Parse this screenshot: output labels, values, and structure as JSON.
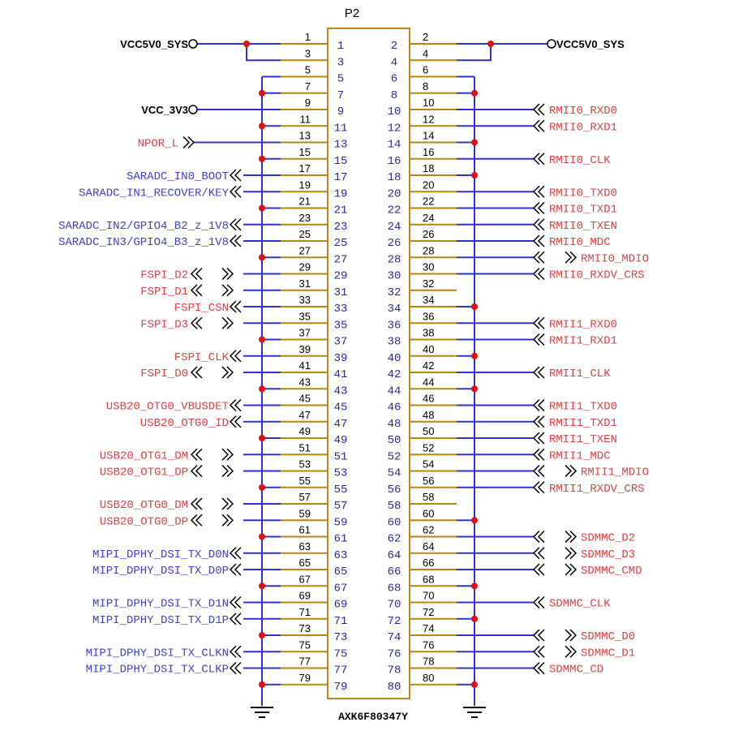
{
  "ref": "P2",
  "part": "AXK6F80347Y",
  "power": {
    "vcc5v_left": "VCC5V0_SYS",
    "vcc5v_right": "VCC5V0_SYS",
    "vcc3v3": "VCC_3V3"
  },
  "colors": {
    "pin": "#b8860b",
    "wire": "#3030d8",
    "box": "#c8841c",
    "node": "#e01010",
    "red": "#e04040",
    "blue": "#4040d0"
  },
  "ground_left": [
    5,
    7,
    11,
    15,
    21,
    27,
    37,
    43,
    49,
    55,
    61,
    67,
    73,
    79
  ],
  "ground_right": [
    6,
    8,
    14,
    18,
    34,
    40,
    44,
    60,
    68,
    72,
    80
  ],
  "ground_nodes_left": [
    7,
    11,
    15,
    21,
    27,
    37,
    43,
    49,
    55,
    61,
    67,
    73,
    79
  ],
  "ground_nodes_right": [
    8,
    14,
    18,
    34,
    40,
    44,
    60,
    68,
    72,
    80
  ],
  "nc_right": [
    32,
    58
  ],
  "left_nets": [
    {
      "pin": 13,
      "label": "NPOR_L",
      "color": "red",
      "style": "in"
    },
    {
      "pin": 17,
      "label": "SARADC_IN0_BOOT",
      "color": "blue",
      "style": "out"
    },
    {
      "pin": 19,
      "label": "SARADC_IN1_RECOVER/KEY",
      "color": "blue",
      "style": "out"
    },
    {
      "pin": 23,
      "label": "SARADC_IN2/GPIO4_B2_z_1V8",
      "color": "blue",
      "style": "out"
    },
    {
      "pin": 25,
      "label": "SARADC_IN3/GPIO4_B3_z_1V8",
      "color": "blue",
      "style": "out"
    },
    {
      "pin": 29,
      "label": "FSPI_D2",
      "color": "red",
      "style": "bi"
    },
    {
      "pin": 31,
      "label": "FSPI_D1",
      "color": "red",
      "style": "bi"
    },
    {
      "pin": 33,
      "label": "FSPI_CSN",
      "color": "red",
      "style": "out"
    },
    {
      "pin": 35,
      "label": "FSPI_D3",
      "color": "red",
      "style": "bi"
    },
    {
      "pin": 39,
      "label": "FSPI_CLK",
      "color": "red",
      "style": "out"
    },
    {
      "pin": 41,
      "label": "FSPI_D0",
      "color": "red",
      "style": "bi"
    },
    {
      "pin": 45,
      "label": "USB20_OTG0_VBUSDET",
      "color": "red",
      "style": "out"
    },
    {
      "pin": 47,
      "label": "USB20_OTG0_ID",
      "color": "red",
      "style": "out"
    },
    {
      "pin": 51,
      "label": "USB20_OTG1_DM",
      "color": "red",
      "style": "bi"
    },
    {
      "pin": 53,
      "label": "USB20_OTG1_DP",
      "color": "red",
      "style": "bi"
    },
    {
      "pin": 57,
      "label": "USB20_OTG0_DM",
      "color": "red",
      "style": "bi"
    },
    {
      "pin": 59,
      "label": "USB20_OTG0_DP",
      "color": "red",
      "style": "bi"
    },
    {
      "pin": 63,
      "label": "MIPI_DPHY_DSI_TX_D0N",
      "color": "blue",
      "style": "out"
    },
    {
      "pin": 65,
      "label": "MIPI_DPHY_DSI_TX_D0P",
      "color": "blue",
      "style": "out"
    },
    {
      "pin": 69,
      "label": "MIPI_DPHY_DSI_TX_D1N",
      "color": "blue",
      "style": "out"
    },
    {
      "pin": 71,
      "label": "MIPI_DPHY_DSI_TX_D1P",
      "color": "blue",
      "style": "out"
    },
    {
      "pin": 75,
      "label": "MIPI_DPHY_DSI_TX_CLKN",
      "color": "blue",
      "style": "out"
    },
    {
      "pin": 77,
      "label": "MIPI_DPHY_DSI_TX_CLKP",
      "color": "blue",
      "style": "out"
    }
  ],
  "right_nets": [
    {
      "pin": 10,
      "label": "RMII0_RXD0",
      "color": "red",
      "style": "in"
    },
    {
      "pin": 12,
      "label": "RMII0_RXD1",
      "color": "red",
      "style": "in"
    },
    {
      "pin": 16,
      "label": "RMII0_CLK",
      "color": "red",
      "style": "in"
    },
    {
      "pin": 20,
      "label": "RMII0_TXD0",
      "color": "red",
      "style": "in"
    },
    {
      "pin": 22,
      "label": "RMII0_TXD1",
      "color": "red",
      "style": "in"
    },
    {
      "pin": 24,
      "label": "RMII0_TXEN",
      "color": "red",
      "style": "in"
    },
    {
      "pin": 26,
      "label": "RMII0_MDC",
      "color": "red",
      "style": "in"
    },
    {
      "pin": 28,
      "label": "RMII0_MDIO",
      "color": "red",
      "style": "bi"
    },
    {
      "pin": 30,
      "label": "RMII0_RXDV_CRS",
      "color": "red",
      "style": "in"
    },
    {
      "pin": 36,
      "label": "RMII1_RXD0",
      "color": "red",
      "style": "in"
    },
    {
      "pin": 38,
      "label": "RMII1_RXD1",
      "color": "red",
      "style": "in"
    },
    {
      "pin": 42,
      "label": "RMII1_CLK",
      "color": "red",
      "style": "in"
    },
    {
      "pin": 46,
      "label": "RMII1_TXD0",
      "color": "red",
      "style": "in"
    },
    {
      "pin": 48,
      "label": "RMII1_TXD1",
      "color": "red",
      "style": "in"
    },
    {
      "pin": 50,
      "label": "RMII1_TXEN",
      "color": "red",
      "style": "in"
    },
    {
      "pin": 52,
      "label": "RMII1_MDC",
      "color": "red",
      "style": "in"
    },
    {
      "pin": 54,
      "label": "RMII1_MDIO",
      "color": "red",
      "style": "bi"
    },
    {
      "pin": 56,
      "label": "RMII1_RXDV_CRS",
      "color": "red",
      "style": "in"
    },
    {
      "pin": 62,
      "label": "SDMMC_D2",
      "color": "red",
      "style": "bi"
    },
    {
      "pin": 64,
      "label": "SDMMC_D3",
      "color": "red",
      "style": "bi"
    },
    {
      "pin": 66,
      "label": "SDMMC_CMD",
      "color": "red",
      "style": "bi"
    },
    {
      "pin": 70,
      "label": "SDMMC_CLK",
      "color": "red",
      "style": "in"
    },
    {
      "pin": 74,
      "label": "SDMMC_D0",
      "color": "red",
      "style": "bi"
    },
    {
      "pin": 76,
      "label": "SDMMC_D1",
      "color": "red",
      "style": "bi"
    },
    {
      "pin": 78,
      "label": "SDMMC_CD",
      "color": "red",
      "style": "in"
    }
  ]
}
